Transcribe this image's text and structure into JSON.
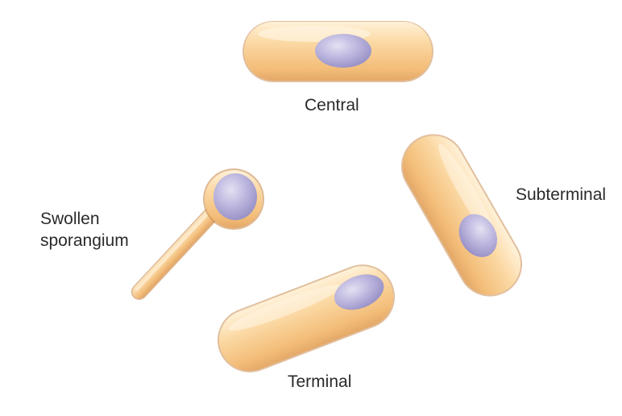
{
  "labels": {
    "central": "Central",
    "subterminal": "Subterminal",
    "swollen_line1": "Swollen",
    "swollen_line2": "sporangium",
    "terminal": "Terminal"
  },
  "colors": {
    "cell_light": "#fde3b8",
    "cell_mid": "#f8c98a",
    "cell_dark": "#e0a262",
    "cell_outline": "#c98a4e",
    "spore_light": "#d6d3ea",
    "spore_mid": "#b0aad6",
    "spore_dark": "#8e87bf"
  }
}
